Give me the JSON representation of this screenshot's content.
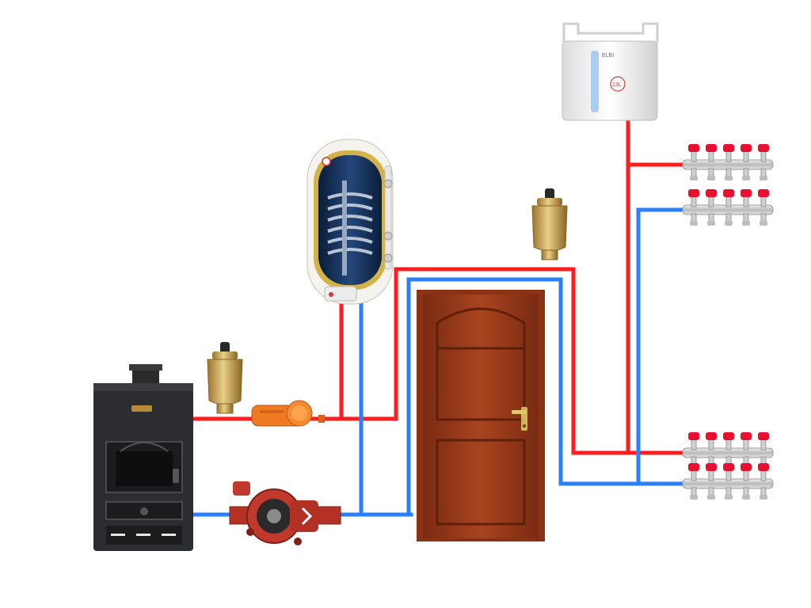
{
  "diagram": {
    "components": {
      "stove": "wood-stove-boiler",
      "water_heater": "indirect-water-heater",
      "expansion_tank": "open-expansion-tank",
      "expansion_tank_label": "ELBI",
      "expansion_tank_badge": "13L",
      "air_vent_left": "automatic-air-vent",
      "air_vent_right": "automatic-air-vent",
      "thermostat": "pipe-thermostat",
      "pump": "circulation-pump",
      "door": "interior-door",
      "manifolds": [
        "manifold-top-supply",
        "manifold-top-return",
        "manifold-bottom-supply",
        "manifold-bottom-return"
      ]
    },
    "colors": {
      "supply_pipe": "#ff1e1e",
      "return_pipe": "#2a7fff",
      "brass": "#c9a24e",
      "stove_body": "#2b2d31",
      "door_wood": "#9c3a1c",
      "pump_body": "#c0392b",
      "thermostat_body": "#f07a22",
      "manifold_cap": "#e8102e",
      "tank_body": "#f4f4f4"
    }
  }
}
